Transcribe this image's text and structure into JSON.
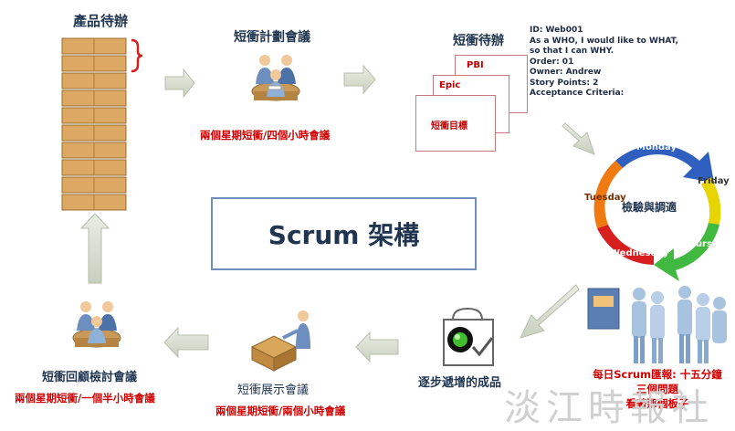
{
  "title": "Scrum 架構",
  "nodes": {
    "product_backlog": {
      "label": "產品待辦"
    },
    "sprint_planning": {
      "label": "短衝計劃會議",
      "note": "兩個星期短衝/四個小時會議"
    },
    "sprint_backlog": {
      "label": "短衝待辦"
    },
    "user_story": {
      "lines": [
        "ID: Web001",
        "As a WHO, I would like to WHAT,",
        "so that I can WHY.",
        "Order: 01",
        "Owner: Andrew",
        "Story Points: 2",
        "Acceptance Criteria:"
      ]
    },
    "cards": {
      "pbi": "PBI",
      "epic": "Epic",
      "sprint_goal": "短衝目標"
    },
    "cycle": {
      "center": "檢驗與調適",
      "days": [
        "Monday",
        "Friday",
        "Thursday",
        "Wednesday",
        "Tuesday"
      ]
    },
    "daily_scrum": {
      "lines": [
        "每日Scrum匯報: 十五分鐘",
        "三個問題",
        "看著那個板子"
      ]
    },
    "increment": {
      "label": "逐步遞增的成品"
    },
    "sprint_review": {
      "label": "短衝展示會議",
      "note": "兩個星期短衝/兩個小時會議"
    },
    "retrospective": {
      "label": "短衝回顧檢討會議",
      "note": "兩個星期短衝/一個半小時會議"
    }
  },
  "watermark": "淡江時報社",
  "colors": {
    "monday": "#2f5fbf",
    "friday": "#e8d400",
    "thursday": "#41b83f",
    "wednesday": "#d71f1f",
    "tuesday": "#f07a12",
    "note_red": "#d00000",
    "title_navy": "#1f3550"
  }
}
